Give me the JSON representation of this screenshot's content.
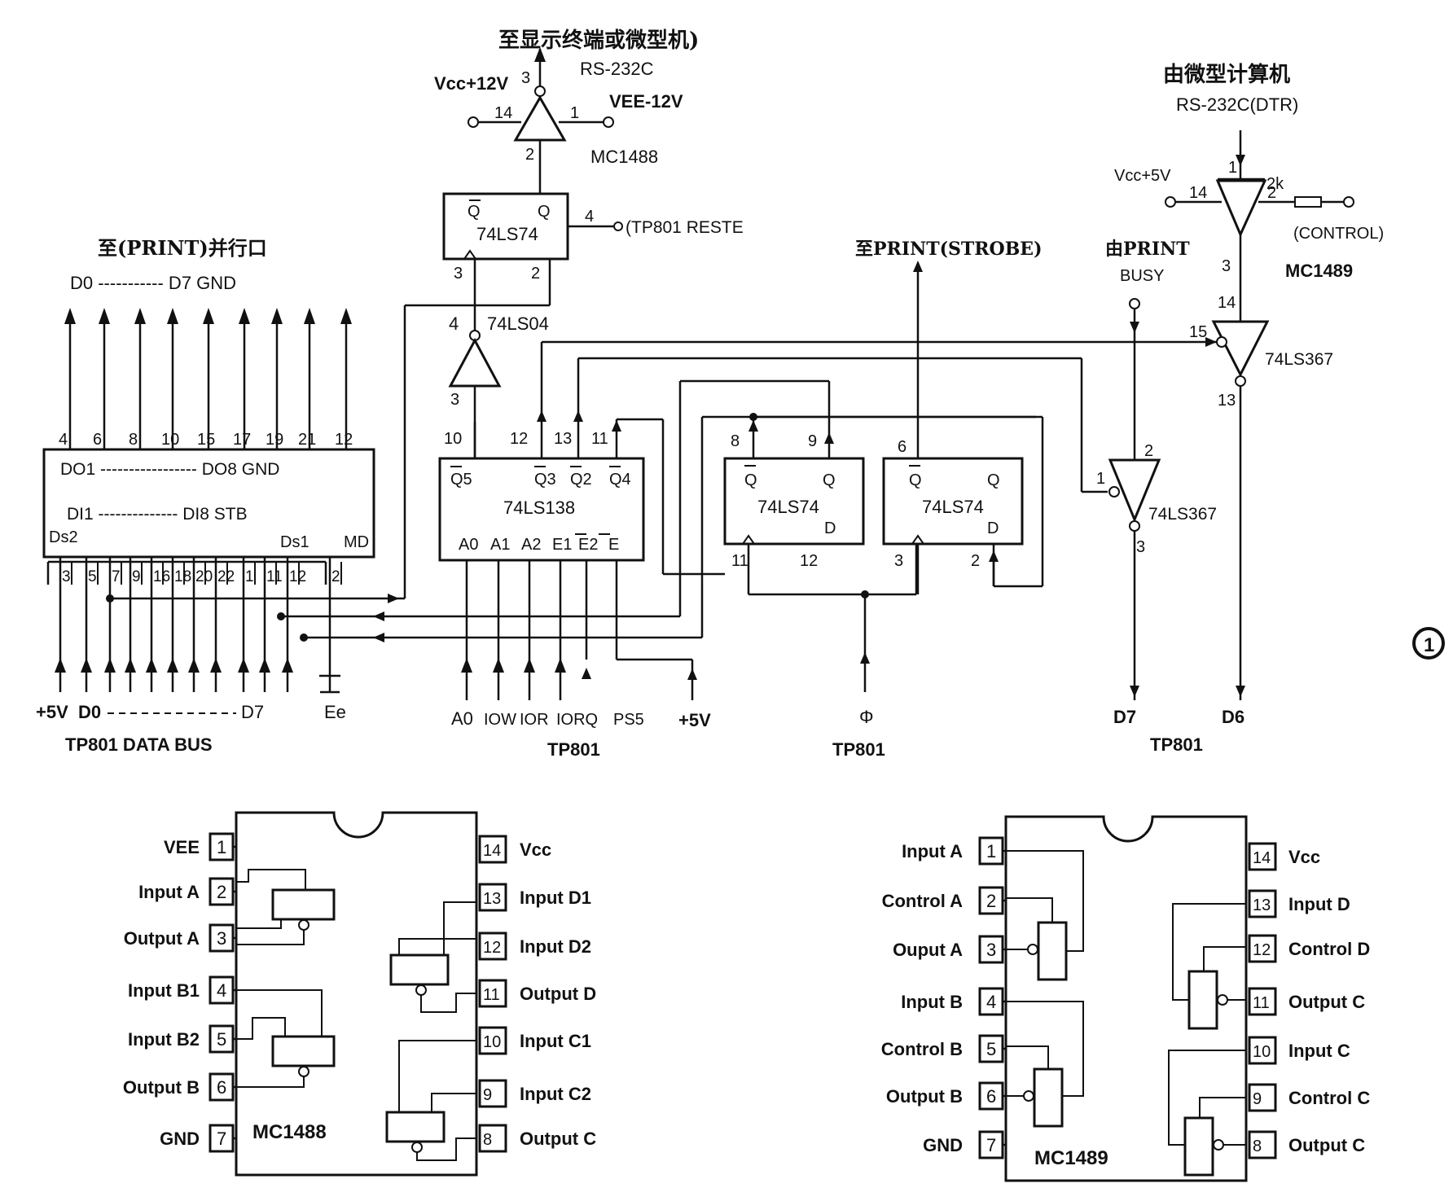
{
  "top": {
    "to_terminal": "至显示终端或微型机)",
    "rs232c": "RS-232C",
    "vcc12": "Vcc+12V",
    "vee12": "VEE-12V",
    "mc1488_label": "MC1488",
    "from_micro": "由微型计算机",
    "rs232c_dtr": "RS-232C(DTR)",
    "vcc5": "Vcc+5V",
    "res_2k": "2k",
    "control": "(CONTROL)",
    "mc1489_label": "MC1489",
    "to_print_port": "至(PRINT)并行口",
    "d0_d7_gnd": "D0 ----------- D7 GND",
    "to_strobe": "至PRINT(STROBE)",
    "from_print": "由PRINT",
    "busy": "BUSY",
    "tp801_reset": "(TP801 RESTE"
  },
  "chips": {
    "ls74_top": "74LS74",
    "ls04": "74LS04",
    "ls138": "74LS138",
    "ls74_a": "74LS74",
    "ls74_b": "74LS74",
    "ls367_top": "74LS367",
    "ls367_mid": "74LS367",
    "q": "Q",
    "qbar": "Q",
    "d": "D"
  },
  "latch": {
    "row1": "DO1 ----------------- DO8 GND",
    "row2": "DI1 -------------- DI8 STB",
    "ds2": "Ds2",
    "ds1": "Ds1",
    "md": "MD",
    "top_pins": [
      "4",
      "6",
      "8",
      "10",
      "15",
      "17",
      "19",
      "21",
      "12"
    ],
    "bottom_pins": [
      "3",
      "5",
      "7",
      "9",
      "16",
      "18",
      "20",
      "22",
      "1",
      "11",
      "12",
      "2"
    ]
  },
  "ls138_pins": {
    "outputs": [
      "Q5",
      "Q3",
      "Q2",
      "Q4"
    ],
    "inputs": [
      "A0",
      "A1",
      "A2",
      "E1",
      "E2",
      "E"
    ],
    "out_nums": [
      "10",
      "12",
      "13",
      "11"
    ]
  },
  "bottom_labels": {
    "plus5v": "+5V",
    "d0": "D0",
    "d7": "D7",
    "ee": "Ee",
    "data_bus": "TP801  DATA  BUS",
    "a0": "A0",
    "iow": "IOW",
    "ior": "IOR",
    "iorq": "IORQ",
    "ps5": "PS5",
    "plus5v_b": "+5V",
    "tp801_mid": "TP801",
    "phi": "Φ",
    "tp801_phi": "TP801",
    "d7_out": "D7",
    "d6_out": "D6",
    "tp801_right": "TP801",
    "circle_one": "1"
  },
  "pin_numbers": {
    "mc1488_top": [
      "3",
      "14",
      "1",
      "2"
    ],
    "ff_top": [
      "4",
      "3",
      "2"
    ],
    "ls04": [
      "4",
      "3"
    ],
    "ff_a": [
      "8",
      "9",
      "11",
      "12"
    ],
    "ff_b": [
      "6",
      "3",
      "2"
    ],
    "ls367_mid": [
      "1",
      "2",
      "3"
    ],
    "mc1489_top": [
      "1",
      "14",
      "2",
      "3"
    ],
    "ls367_top": [
      "14",
      "15",
      "13"
    ]
  },
  "mc1488": {
    "name": "MC1488",
    "left_pins": [
      {
        "num": "1",
        "label": "VEE"
      },
      {
        "num": "2",
        "label": "Input  A"
      },
      {
        "num": "3",
        "label": "Output  A"
      },
      {
        "num": "4",
        "label": "Input  B1"
      },
      {
        "num": "5",
        "label": "Input  B2"
      },
      {
        "num": "6",
        "label": "Output  B"
      },
      {
        "num": "7",
        "label": "GND"
      }
    ],
    "right_pins": [
      {
        "num": "14",
        "label": "Vcc"
      },
      {
        "num": "13",
        "label": "Input  D1"
      },
      {
        "num": "12",
        "label": "Input  D2"
      },
      {
        "num": "11",
        "label": "Output  D"
      },
      {
        "num": "10",
        "label": "Input  C1"
      },
      {
        "num": "9",
        "label": "Input  C2"
      },
      {
        "num": "8",
        "label": "Output  C"
      }
    ]
  },
  "mc1489": {
    "name": "MC1489",
    "left_pins": [
      {
        "num": "1",
        "label": "Input  A"
      },
      {
        "num": "2",
        "label": "Control A"
      },
      {
        "num": "3",
        "label": "Ouput  A"
      },
      {
        "num": "4",
        "label": "Input  B"
      },
      {
        "num": "5",
        "label": "Control B"
      },
      {
        "num": "6",
        "label": "Output  B"
      },
      {
        "num": "7",
        "label": "GND"
      }
    ],
    "right_pins": [
      {
        "num": "14",
        "label": "Vcc"
      },
      {
        "num": "13",
        "label": "Input  D"
      },
      {
        "num": "12",
        "label": "Control  D"
      },
      {
        "num": "11",
        "label": "Output C"
      },
      {
        "num": "10",
        "label": "Input  C"
      },
      {
        "num": "9",
        "label": "Control  C"
      },
      {
        "num": "8",
        "label": "Output  C"
      }
    ]
  }
}
